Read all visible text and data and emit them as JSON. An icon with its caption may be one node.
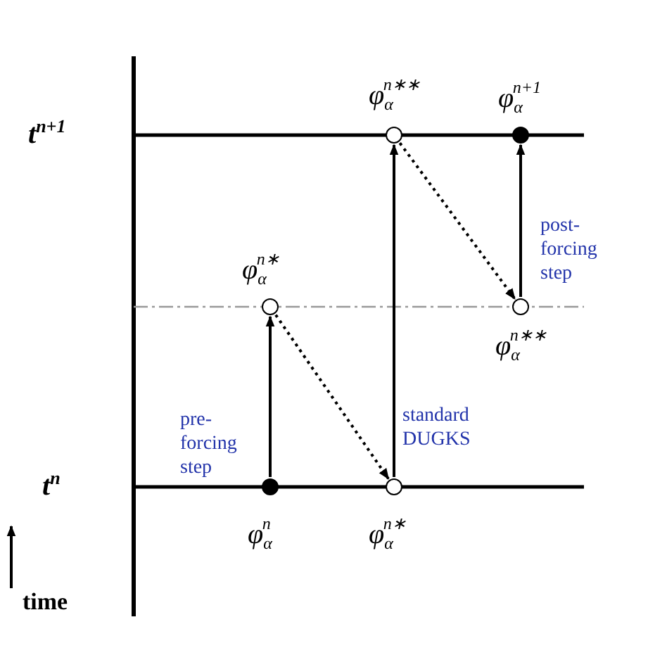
{
  "diagram": {
    "nodes": [
      {
        "text": [],
        "shape": "circle",
        "beside": [
          "φ$_{α}$$^{n}$"
        ]
      },
      {
        "text": [],
        "shape": "circle",
        "beside": [
          "φ$_{α}$$^{n∗}$"
        ]
      },
      {
        "text": [],
        "shape": "circle",
        "beside": [
          "φ$_{α}$$^{n∗}$"
        ]
      },
      {
        "text": [],
        "shape": "circle",
        "beside": [
          "φ$_{α}$$^{n∗∗}$"
        ]
      },
      {
        "text": [],
        "shape": "circle",
        "beside": [
          "φ$_{α}$$^{n∗∗}$"
        ]
      },
      {
        "text": [],
        "shape": "circle",
        "beside": [
          "φ$_{α}$$^{n+1}$"
        ]
      }
    ],
    "edges": [
      {
        "from": 0,
        "to": 1,
        "arrow": "to",
        "label": "pre-forcing step"
      },
      {
        "from": 1,
        "to": 2,
        "arrow": "to",
        "style": "dashed"
      },
      {
        "from": 2,
        "to": 3,
        "arrow": "to",
        "label": "standard DUGKS"
      },
      {
        "from": 3,
        "to": 4,
        "arrow": "to",
        "style": "dashed"
      },
      {
        "from": 4,
        "to": 5,
        "arrow": "to",
        "label": "post-forcing step"
      }
    ],
    "labels": [
      "t$^{n+1}$",
      "t$^{n}$",
      "time"
    ]
  }
}
